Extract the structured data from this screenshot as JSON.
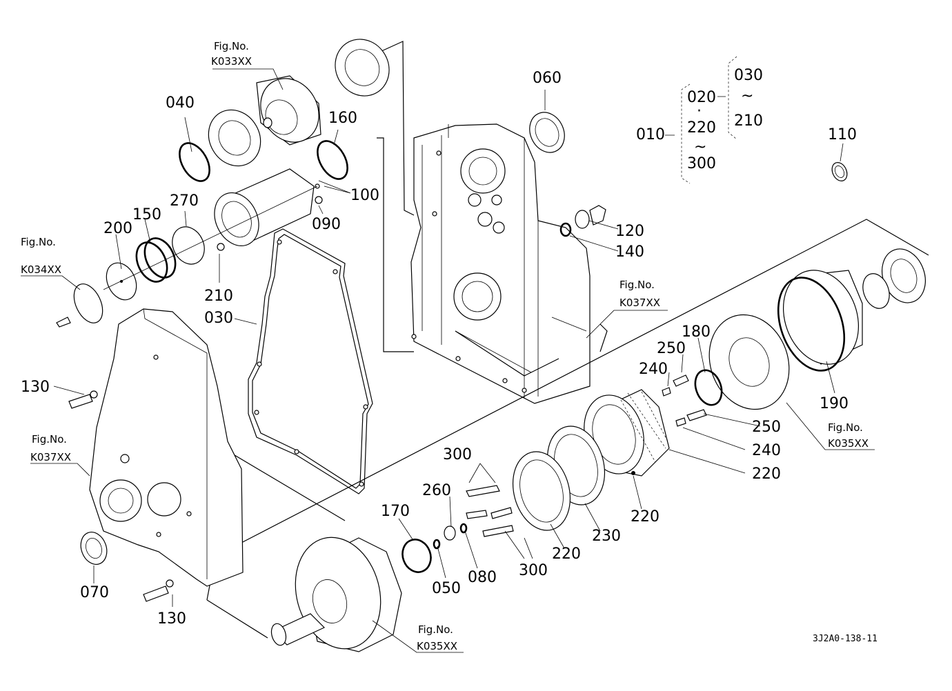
{
  "diagram_code": "3J2A0-138-11",
  "figure_label": "Fig.No.",
  "figure_refs": {
    "k033": "K033XX",
    "k034": "K034XX",
    "k037_left": "K037XX",
    "k037_center": "K037XX",
    "k035_right": "K035XX",
    "k035_bottom": "K035XX"
  },
  "assembly_tree": {
    "root": "010",
    "group_a": "020",
    "dot": "·",
    "group_b_start": "220",
    "group_b_end": "300",
    "sub_start": "030",
    "sub_end": "210",
    "tilde": "~"
  },
  "callouts": {
    "p040": "040",
    "p160": "160",
    "p100": "100",
    "p090": "090",
    "p270": "270",
    "p150": "150",
    "p200": "200",
    "p210": "210",
    "p030": "030",
    "p130a": "130",
    "p130b": "130",
    "p070": "070",
    "p060": "060",
    "p110": "110",
    "p120": "120",
    "p140": "140",
    "p180": "180",
    "p250a": "250",
    "p240a": "240",
    "p190": "190",
    "p250b": "250",
    "p240b": "240",
    "p220a": "220",
    "p220b": "220",
    "p220c": "220",
    "p230": "230",
    "p300a": "300",
    "p300b": "300",
    "p260": "260",
    "p170": "170",
    "p050": "050",
    "p080": "080"
  }
}
